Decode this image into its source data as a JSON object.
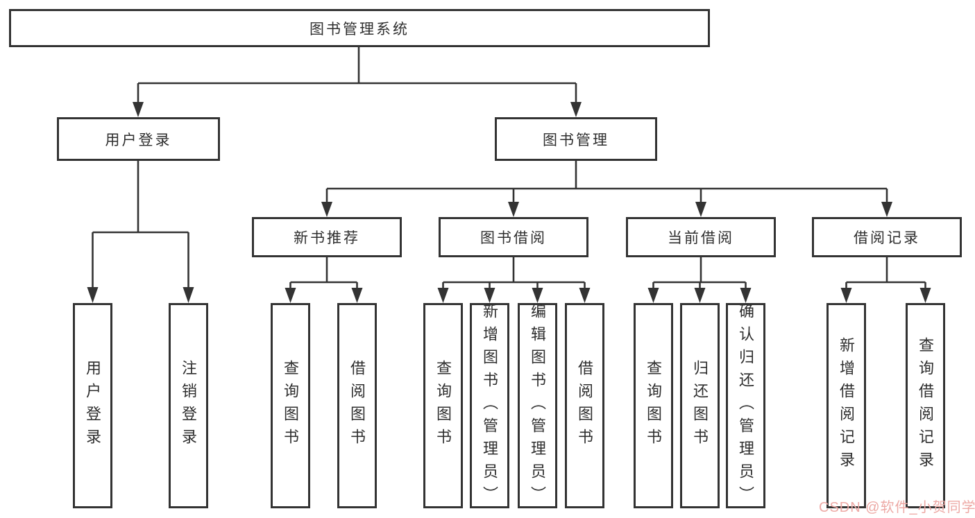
{
  "diagram": {
    "root": {
      "label": "图书管理系统"
    },
    "branches": [
      {
        "label": "用户登录",
        "children": [
          {
            "label": "用户登录"
          },
          {
            "label": "注销登录"
          }
        ]
      },
      {
        "label": "图书管理",
        "children": [
          {
            "label": "新书推荐",
            "children": [
              {
                "label": "查询图书"
              },
              {
                "label": "借阅图书"
              }
            ]
          },
          {
            "label": "图书借阅",
            "children": [
              {
                "label": "查询图书"
              },
              {
                "label": "新增图书（管理员）"
              },
              {
                "label": "编辑图书（管理员）"
              },
              {
                "label": "借阅图书"
              }
            ]
          },
          {
            "label": "当前借阅",
            "children": [
              {
                "label": "查询图书"
              },
              {
                "label": "归还图书"
              },
              {
                "label": "确认归还（管理员）"
              }
            ]
          },
          {
            "label": "借阅记录",
            "children": [
              {
                "label": "新增借阅记录"
              },
              {
                "label": "查询借阅记录"
              }
            ]
          }
        ]
      }
    ]
  },
  "watermark": {
    "text": "CSDN @软件_小贺同学",
    "color": "#eda9a5"
  },
  "colors": {
    "line": "#333333",
    "text": "#2e2e2e",
    "background": "#ffffff"
  }
}
